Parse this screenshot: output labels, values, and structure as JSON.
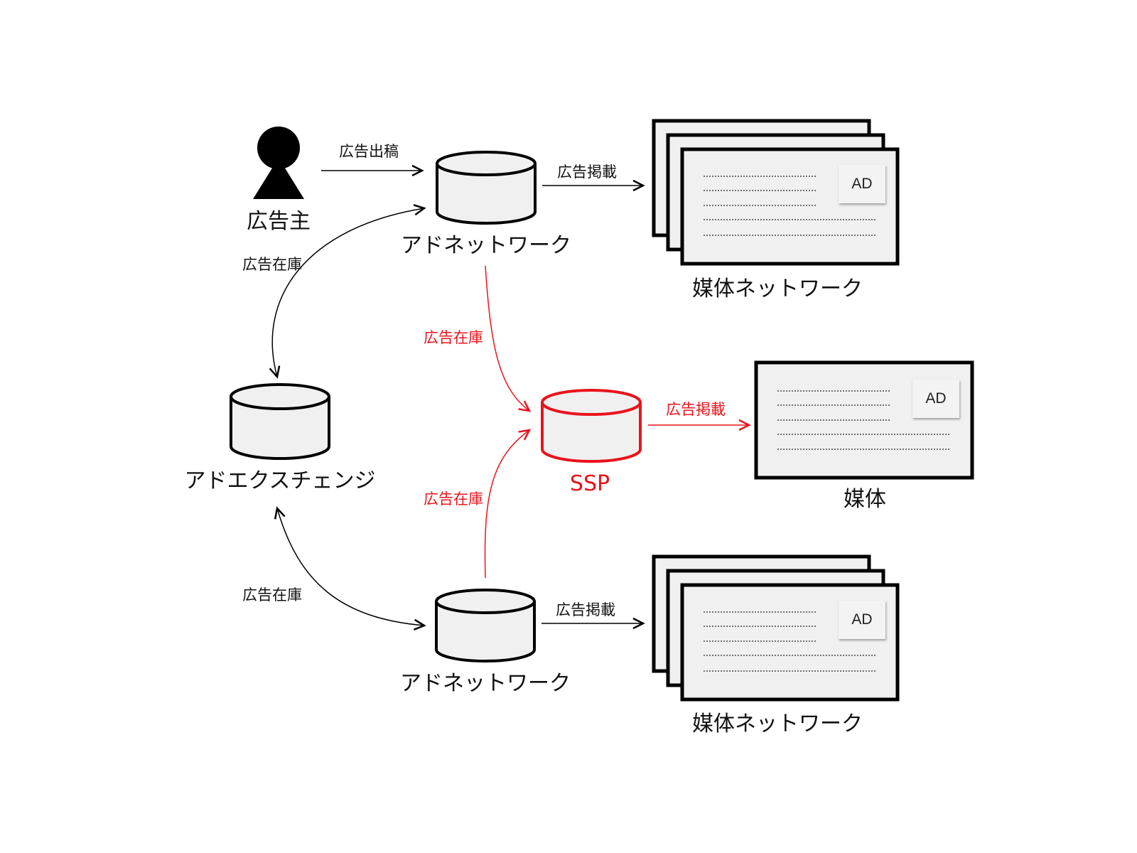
{
  "colors": {
    "black": "#000000",
    "red": "#e8141c",
    "fill": "#f0f0f0"
  },
  "nodes": {
    "advertiser": {
      "label": "広告主",
      "icon": "person-icon"
    },
    "ad_network_top": {
      "label": "アドネットワーク"
    },
    "ad_network_bottom": {
      "label": "アドネットワーク"
    },
    "ad_exchange": {
      "label": "アドエクスチェンジ"
    },
    "ssp": {
      "label": "SSP"
    },
    "media_network_top": {
      "label": "媒体ネットワーク"
    },
    "media_network_bottom": {
      "label": "媒体ネットワーク"
    },
    "media": {
      "label": "媒体"
    }
  },
  "edges": {
    "advertiser_to_network": "広告出稿",
    "network_top_to_media": "広告掲載",
    "exchange_to_network_top": "広告在庫",
    "network_top_to_ssp": "広告在庫",
    "ssp_to_media": "広告掲載",
    "network_bottom_to_ssp": "広告在庫",
    "exchange_to_network_bottom": "広告在庫",
    "network_bottom_to_media": "広告掲載"
  },
  "ad_badge": "AD"
}
